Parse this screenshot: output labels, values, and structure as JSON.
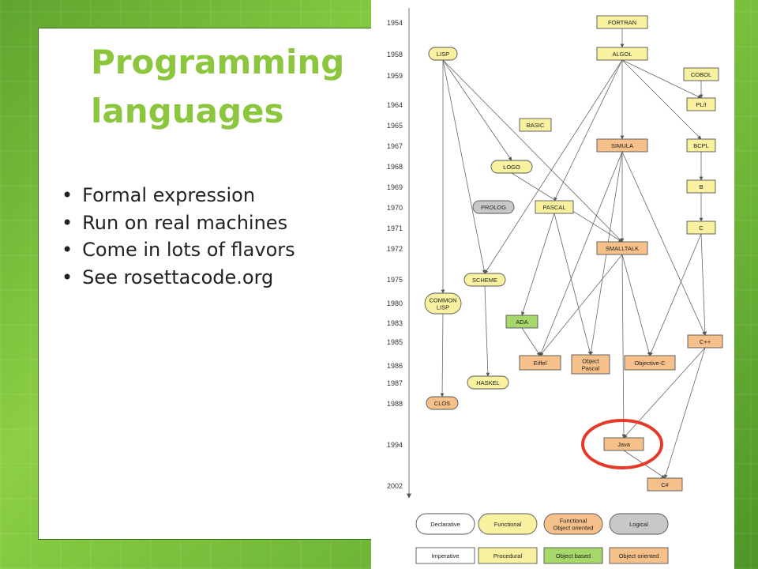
{
  "slide": {
    "title_line1": "Programming",
    "title_line2": "languages",
    "bullets": [
      "Formal expression",
      "Run on real machines",
      "Come in lots of flavors",
      "See rosettacode.org"
    ]
  },
  "diagram": {
    "years": [
      "1954",
      "1958",
      "1959",
      "1964",
      "1965",
      "1967",
      "1968",
      "1969",
      "1970",
      "1971",
      "1972",
      "1975",
      "1980",
      "1983",
      "1985",
      "1986",
      "1987",
      "1988",
      "1994",
      "2002"
    ],
    "nodes": [
      {
        "id": "fortran",
        "text": [
          "FORTRAN"
        ],
        "style": "procedural"
      },
      {
        "id": "lisp",
        "text": [
          "LISP"
        ],
        "style": "functional"
      },
      {
        "id": "algol",
        "text": [
          "ALGOL"
        ],
        "style": "procedural"
      },
      {
        "id": "cobol",
        "text": [
          "COBOL"
        ],
        "style": "procedural"
      },
      {
        "id": "pli",
        "text": [
          "PL/I"
        ],
        "style": "procedural"
      },
      {
        "id": "basic",
        "text": [
          "BASIC"
        ],
        "style": "procedural"
      },
      {
        "id": "simula",
        "text": [
          "SIMULA"
        ],
        "style": "object-oriented"
      },
      {
        "id": "bcpl",
        "text": [
          "BCPL"
        ],
        "style": "procedural"
      },
      {
        "id": "logo",
        "text": [
          "LOGO"
        ],
        "style": "functional"
      },
      {
        "id": "b",
        "text": [
          "B"
        ],
        "style": "procedural"
      },
      {
        "id": "prolog",
        "text": [
          "PROLOG"
        ],
        "style": "logical"
      },
      {
        "id": "pascal",
        "text": [
          "PASCAL"
        ],
        "style": "procedural"
      },
      {
        "id": "c",
        "text": [
          "C"
        ],
        "style": "procedural"
      },
      {
        "id": "smalltalk",
        "text": [
          "SMALLTALK"
        ],
        "style": "object-oriented"
      },
      {
        "id": "scheme",
        "text": [
          "SCHEME"
        ],
        "style": "functional"
      },
      {
        "id": "commonlisp",
        "text": [
          "COMMON",
          "LISP"
        ],
        "style": "functional"
      },
      {
        "id": "ada",
        "text": [
          "ADA"
        ],
        "style": "object-based"
      },
      {
        "id": "cpp",
        "text": [
          "C++"
        ],
        "style": "object-oriented"
      },
      {
        "id": "eiffel",
        "text": [
          "Eiffel"
        ],
        "style": "object-oriented"
      },
      {
        "id": "objpascal",
        "text": [
          "Object",
          "Pascal"
        ],
        "style": "object-oriented"
      },
      {
        "id": "objc",
        "text": [
          "Objective-C"
        ],
        "style": "object-oriented"
      },
      {
        "id": "haskel",
        "text": [
          "HASKEL"
        ],
        "style": "functional"
      },
      {
        "id": "clos",
        "text": [
          "CLOS"
        ],
        "style": "functional-oo"
      },
      {
        "id": "java",
        "text": [
          "Java"
        ],
        "style": "object-oriented"
      },
      {
        "id": "csharp",
        "text": [
          "C#"
        ],
        "style": "object-oriented"
      }
    ],
    "edges": [
      [
        "fortran",
        "algol"
      ],
      [
        "lisp",
        "logo"
      ],
      [
        "lisp",
        "scheme"
      ],
      [
        "lisp",
        "commonlisp"
      ],
      [
        "lisp",
        "smalltalk"
      ],
      [
        "algol",
        "pli"
      ],
      [
        "algol",
        "simula"
      ],
      [
        "algol",
        "bcpl"
      ],
      [
        "algol",
        "pascal"
      ],
      [
        "algol",
        "scheme"
      ],
      [
        "cobol",
        "pli"
      ],
      [
        "simula",
        "smalltalk"
      ],
      [
        "simula",
        "eiffel"
      ],
      [
        "simula",
        "objpascal"
      ],
      [
        "simula",
        "cpp"
      ],
      [
        "bcpl",
        "b"
      ],
      [
        "b",
        "c"
      ],
      [
        "logo",
        "smalltalk"
      ],
      [
        "pascal",
        "ada"
      ],
      [
        "pascal",
        "objpascal"
      ],
      [
        "c",
        "cpp"
      ],
      [
        "c",
        "objc"
      ],
      [
        "smalltalk",
        "objc"
      ],
      [
        "smalltalk",
        "java"
      ],
      [
        "smalltalk",
        "eiffel"
      ],
      [
        "scheme",
        "haskel"
      ],
      [
        "commonlisp",
        "clos"
      ],
      [
        "ada",
        "eiffel"
      ],
      [
        "cpp",
        "java"
      ],
      [
        "cpp",
        "csharp"
      ],
      [
        "java",
        "csharp"
      ]
    ],
    "legend": [
      {
        "label": [
          "Declarative"
        ],
        "style": "declarative",
        "shape": "oval"
      },
      {
        "label": [
          "Functional"
        ],
        "style": "functional",
        "shape": "oval"
      },
      {
        "label": [
          "Functional",
          "Object oriented"
        ],
        "style": "functional-oo",
        "shape": "oval"
      },
      {
        "label": [
          "Logical"
        ],
        "style": "logical",
        "shape": "oval"
      },
      {
        "label": [
          "Imperative"
        ],
        "style": "imperative",
        "shape": "rect"
      },
      {
        "label": [
          "Procedural"
        ],
        "style": "procedural",
        "shape": "rect"
      },
      {
        "label": [
          "Object based"
        ],
        "style": "object-based",
        "shape": "rect"
      },
      {
        "label": [
          "Object oriented"
        ],
        "style": "object-oriented",
        "shape": "rect"
      }
    ],
    "colors": {
      "procedural": "#f7f1a0",
      "functional": "#f7f1a0",
      "object-oriented": "#f6c08a",
      "functional-oo": "#f6c08a",
      "object-based": "#a6d76a",
      "logical": "#c8c8c8",
      "declarative": "#ffffff",
      "imperative": "#ffffff",
      "highlight": "#e53a2a"
    },
    "highlighted": "java"
  }
}
